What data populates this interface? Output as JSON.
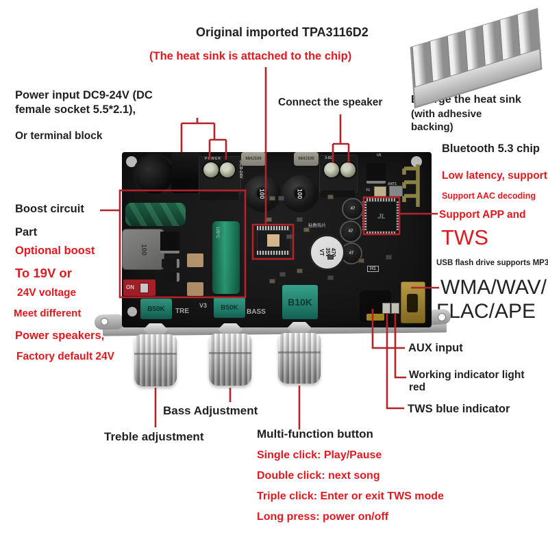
{
  "colors": {
    "accent_red": "#b5232a",
    "text_red": "#e0191f",
    "text_black": "#231f20",
    "pcb_black": "#161616",
    "pot_teal": "#2aa77b",
    "antenna_gold": "#a39a4e",
    "usb_gold": "#c9a63a"
  },
  "annotations": {
    "title": "Original imported TPA3116D2",
    "subtitle": "(The heat sink is attached to the chip)",
    "heatsink_caption_1": "Enlarge the heat sink",
    "heatsink_caption_2": "(with adhesive backing)",
    "connect_speaker": "Connect the speaker",
    "power_input": "Power input DC9-24V (DC female socket 5.5*2.1),",
    "terminal_block": "Or terminal block",
    "boost_1": "Boost circuit",
    "boost_2": "Part",
    "boost_red": [
      "Optional boost",
      "To 19V or",
      "24V voltage",
      "Meet different",
      "Power speakers,",
      "Factory default 24V"
    ],
    "bt_title": "Bluetooth 5.3 chip",
    "bt_red_1": "Low latency, support",
    "bt_red_2": "Support AAC decoding",
    "bt_red_3": "Support APP and",
    "bt_red_4": "TWS",
    "usb_caption": "USB flash drive supports MP3/",
    "usb_formats_1": "WMA/WAV/",
    "usb_formats_2": "FLAC/APE",
    "aux": "AUX input",
    "working_indicator": "Working indicator light red",
    "tws_indicator": "TWS blue indicator",
    "bass": "Bass Adjustment",
    "treble": "Treble adjustment",
    "multifunction": "Multi-function button",
    "mf_red": [
      "Single click: Play/Pause",
      "Double click: next song",
      "Triple click: Enter or exit TWS mode",
      "Long press: power on/off"
    ]
  },
  "board_silk": {
    "power": "POWER",
    "dc_range": "DC9-24V",
    "film_cap": "684J100",
    "toroid": "100",
    "boost_inductor": "100",
    "big_cap_value": "470",
    "big_cap_voltage": "35V",
    "big_cap_brand": "VT",
    "small_cap": "47",
    "thermal_cn": "粘敷热片",
    "u5": "U5",
    "ant": "ANT1",
    "y1": "Y1",
    "h1": "H1",
    "jl": "JL",
    "spk_ohm": "3-8Ω",
    "pot_treble": "B50K",
    "pot_bass": "B50K",
    "pot_volume": "B10K",
    "tre": "TRE",
    "v3": "V3",
    "bass": "BASS",
    "dip_on": "ON",
    "cap_temp": "105°C"
  }
}
